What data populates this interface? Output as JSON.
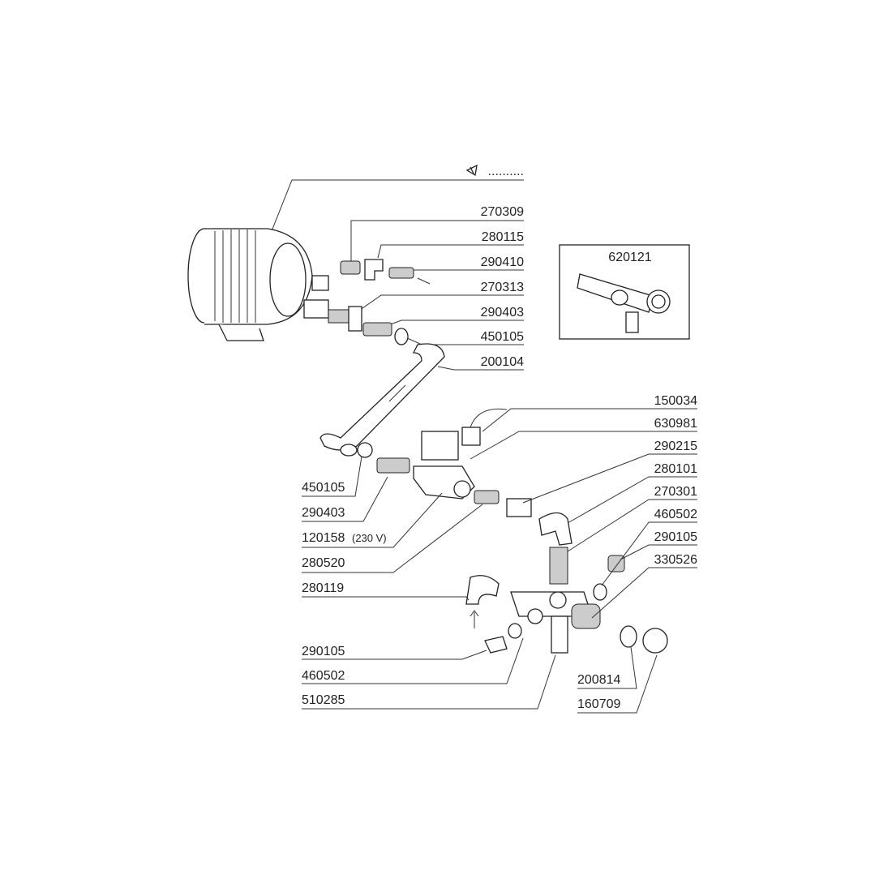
{
  "header_symbol": "tool-icon",
  "header_dots": "..........",
  "inset": {
    "part": "620121"
  },
  "right_labels": [
    "270309",
    "280115",
    "290410",
    "270313",
    "290403",
    "450105",
    "200104"
  ],
  "mid_right_labels": [
    "150034",
    "630981",
    "290215",
    "280101",
    "270301",
    "460502",
    "290105",
    "330526"
  ],
  "left_labels": [
    "450105",
    "290403",
    "120158",
    "280520",
    "280119",
    "290105",
    "460502",
    "510285"
  ],
  "left_label_note": "(230 V)",
  "bottom_right_labels": [
    "200814",
    "160709"
  ]
}
